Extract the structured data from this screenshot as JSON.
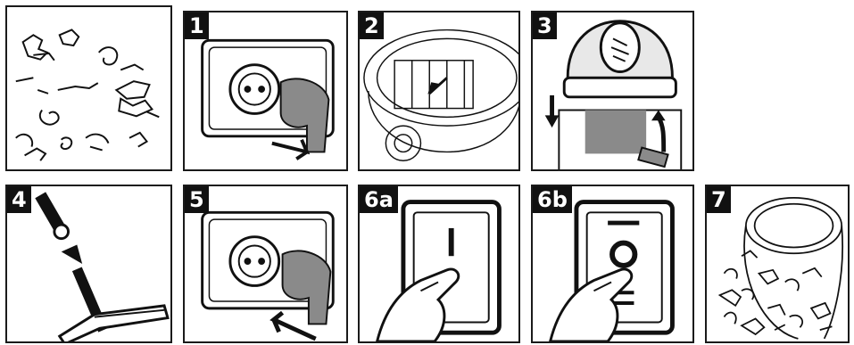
{
  "colors": {
    "ink": "#111111",
    "paper": "#ffffff",
    "gray": "#8a8a8a"
  },
  "steps": [
    {
      "label": "",
      "icon": "debris-icon"
    },
    {
      "label": "1",
      "icon": "unplug-socket-icon"
    },
    {
      "label": "2",
      "icon": "filter-cage-icon"
    },
    {
      "label": "3",
      "icon": "lid-latch-icon"
    },
    {
      "label": "4",
      "icon": "hose-nozzle-icon"
    },
    {
      "label": "5",
      "icon": "plug-socket-icon"
    },
    {
      "label": "6a",
      "icon": "switch-on-icon",
      "switch_symbol": "I"
    },
    {
      "label": "6b",
      "icon": "switch-off-icon",
      "switch_symbol": "O"
    },
    {
      "label": "7",
      "icon": "container-debris-icon"
    }
  ]
}
